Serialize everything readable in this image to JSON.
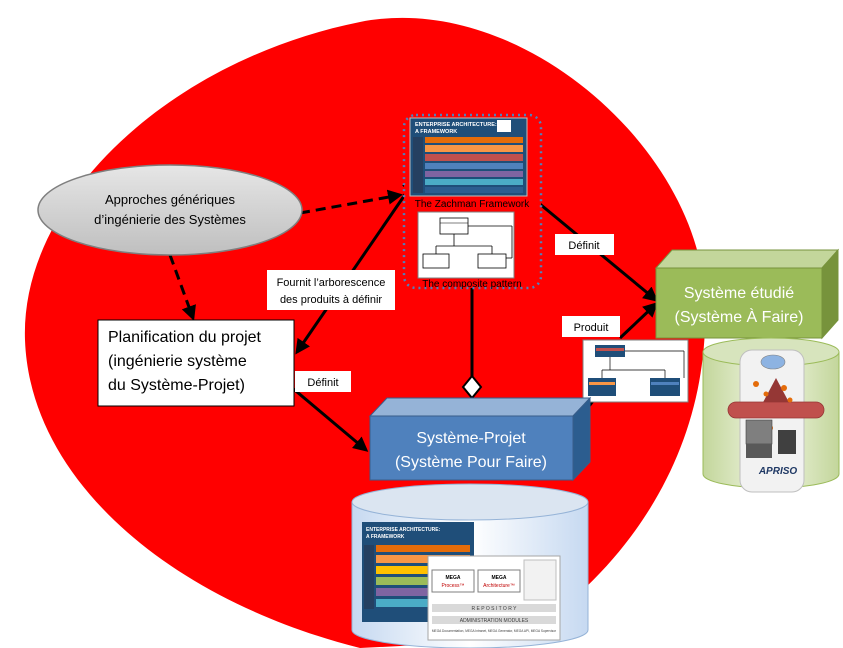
{
  "approaches": {
    "line1": "Approches génériques",
    "line2": "d’ingénierie des Systèmes"
  },
  "planning": {
    "line1": "Planification du projet",
    "line2": "(ingénierie système",
    "line3": "du Système-Projet)"
  },
  "zachman": {
    "poster_title_1": "ENTERPRISE ARCHITECTURE:",
    "poster_title_2": "A FRAMEWORK",
    "caption": "The Zachman Framework"
  },
  "composite": {
    "caption": "The composite pattern"
  },
  "edge_labels": {
    "fournit_1": "Fournit l’arborescence",
    "fournit_2": "des produits à définir",
    "definit_left": "Définit",
    "definit_right": "Définit",
    "produit": "Produit"
  },
  "systeme_projet": {
    "line1": "Système-Projet",
    "line2": "(Système Pour Faire)"
  },
  "systeme_etudie": {
    "line1": "Système étudié",
    "line2": "(Système À Faire)"
  },
  "repository": {
    "mega_process_1": "MEGA",
    "mega_process_2": "Process™",
    "mega_arch_1": "MEGA",
    "mega_arch_2": "Architecture™",
    "repository_band": "R E P O S I T O R Y",
    "admin_band": "ADMINISTRATION MODULES",
    "modules_line": "MEGA Documentation, MEGA Intranet, MEGA Generator, MEGA API, MEGA Supervisor"
  },
  "apriso": {
    "logo_text": "APRISO"
  },
  "colors": {
    "background_blob": "#ff0000",
    "ellipse_fill": "#d9d9d9",
    "systeme_projet_front": "#4f81bd",
    "systeme_etudie_front": "#9bbb59",
    "cylinder_blue": "#dbe5f1",
    "cylinder_green": "#d7e4bd"
  }
}
